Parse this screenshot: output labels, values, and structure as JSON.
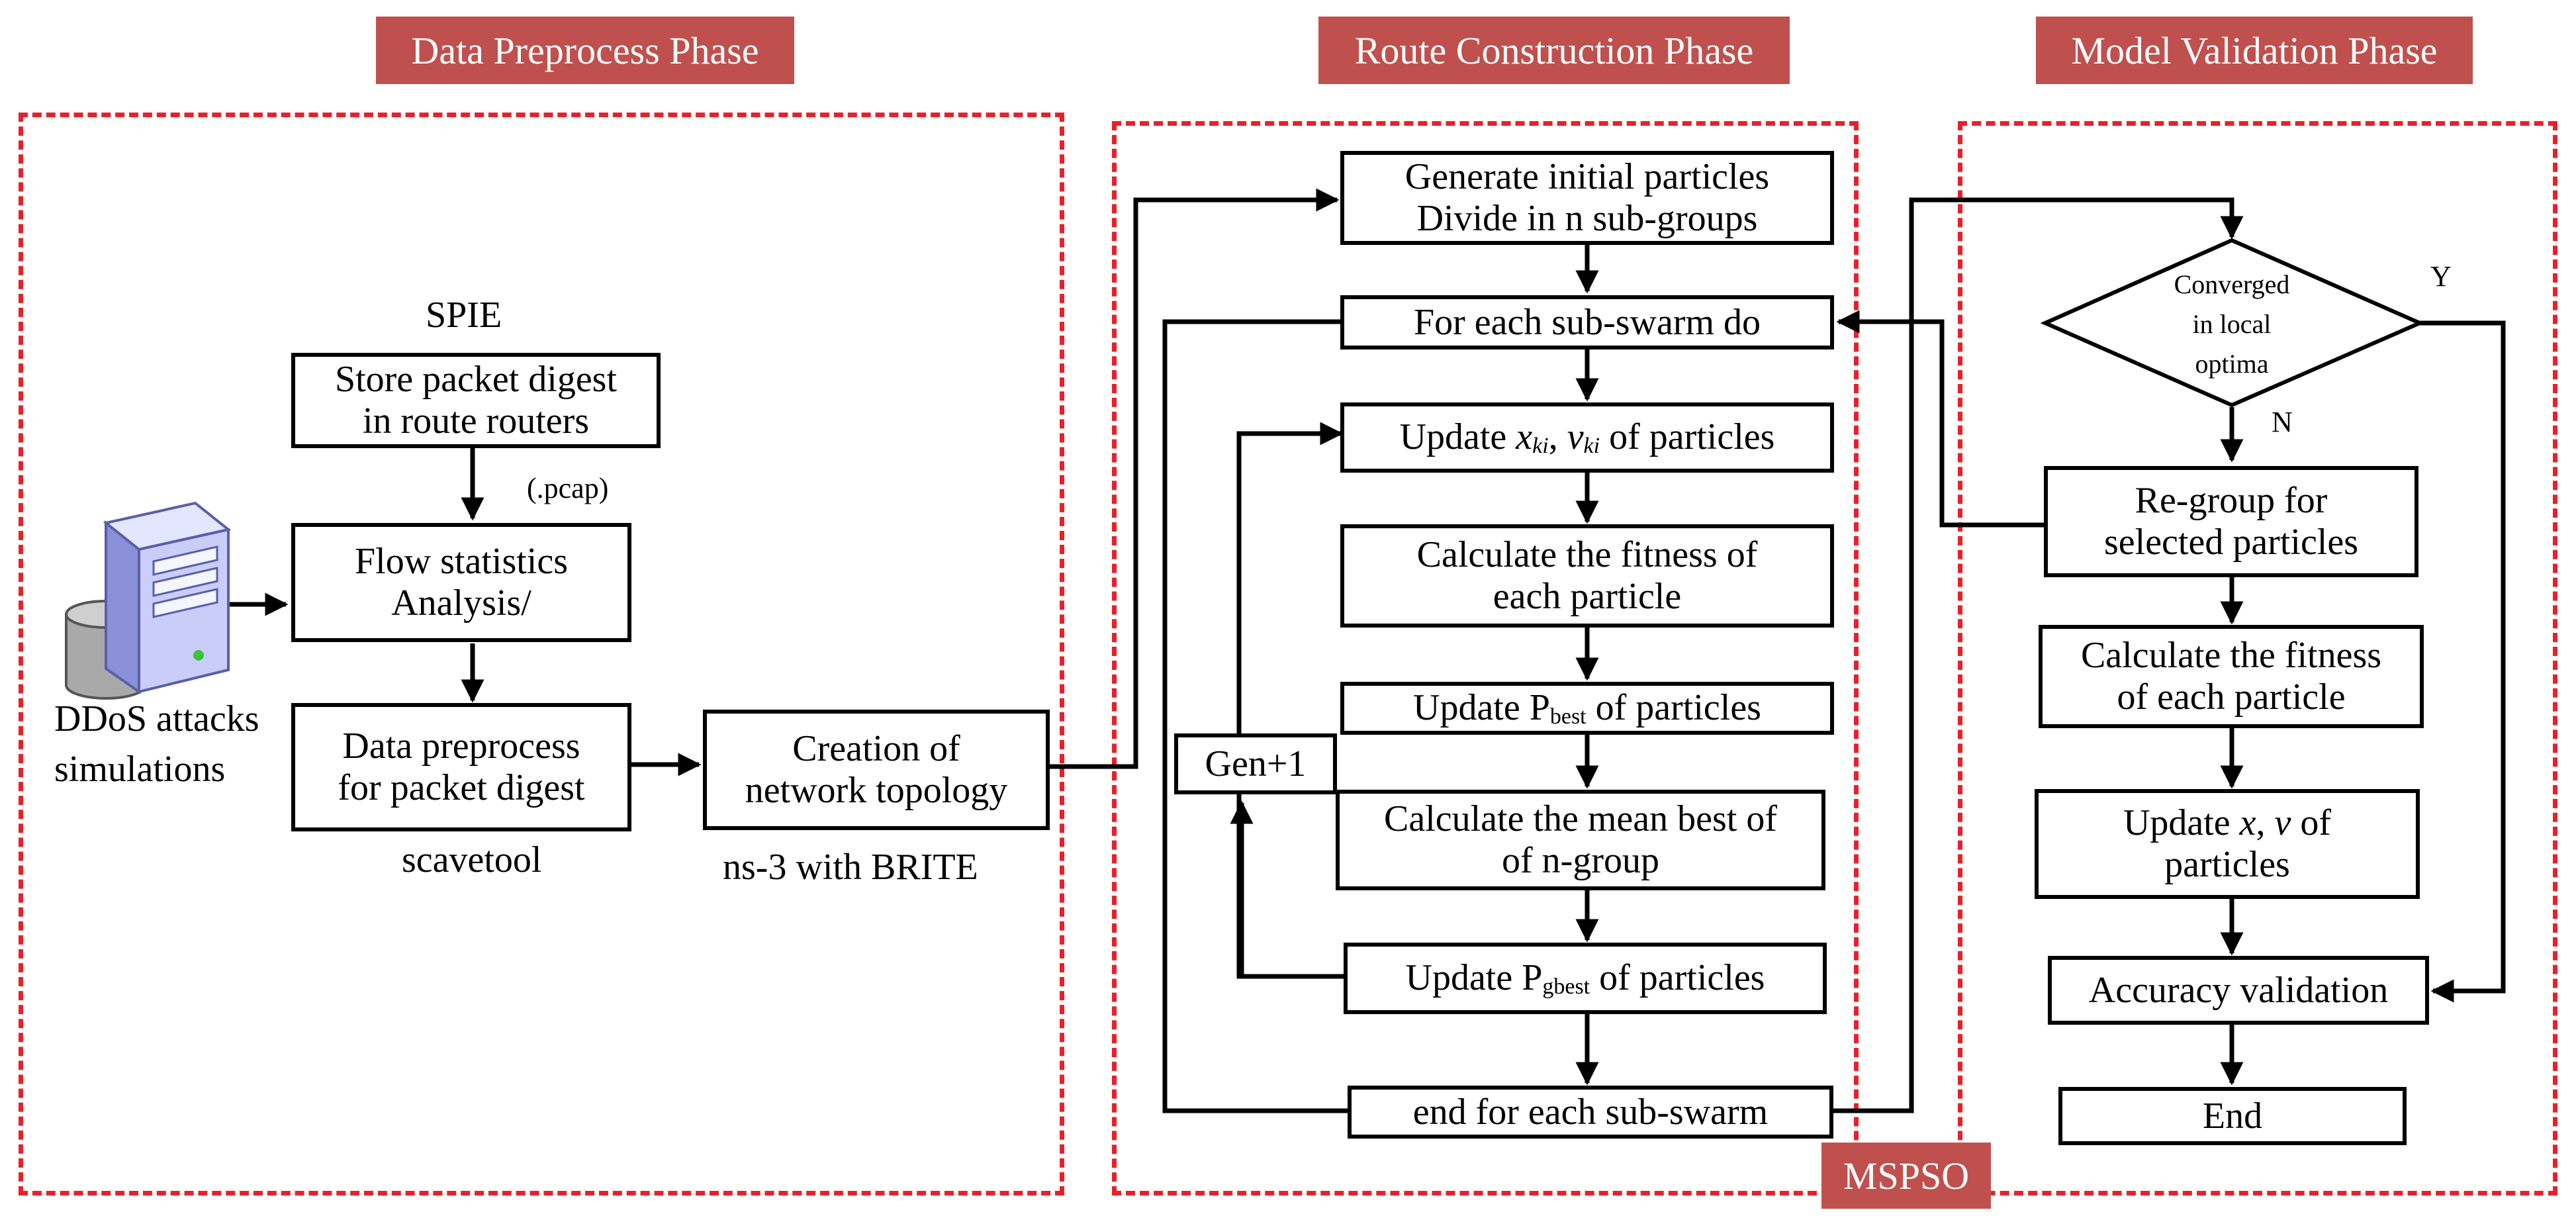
{
  "phases": {
    "preprocess": "Data Preprocess Phase",
    "route": "Route Construction Phase",
    "validation": "Model Validation Phase",
    "mspso": "MSPSO"
  },
  "preprocess": {
    "spie_label": "SPIE",
    "store_line1": "Store packet digest",
    "store_line2": "in route routers",
    "pcap_label": "(.pcap)",
    "flow_line1": "Flow statistics",
    "flow_line2": "Analysis/",
    "data_line1": "Data preprocess",
    "data_line2": "for packet digest",
    "scavetool_label": "scavetool",
    "ddos_line1": "DDoS attacks",
    "ddos_line2": "simulations",
    "creation_line1": "Creation of",
    "creation_line2": "network topology",
    "ns3_label": "ns-3 with BRITE"
  },
  "route": {
    "generate_line1": "Generate initial particles",
    "generate_line2": "Divide in n sub-groups",
    "for_each": "For each sub-swarm  do",
    "update_xv_prefix": "Update ",
    "update_xv_x": "x",
    "update_xv_sub_ki": "ki",
    "update_xv_comma": ", ",
    "update_xv_v": "v",
    "update_xv_suffix": " of particles",
    "fitness_line1": "Calculate the fitness of",
    "fitness_line2": "each particle",
    "pbest_prefix": "Update P",
    "pbest_sub": "best",
    "pbest_suffix": " of particles",
    "gen_label": "Gen+1",
    "mean_line1": "Calculate the mean best of",
    "mean_line2": "of n-group",
    "gbest_prefix": "Update P",
    "gbest_sub": "gbest",
    "gbest_suffix": " of particles",
    "end_for": "end for each sub-swarm"
  },
  "validation": {
    "decision_line1": "Converged",
    "decision_line2": "in local",
    "decision_line3": "optima",
    "yes_label": "Y",
    "no_label": "N",
    "regroup_line1": "Re-group for",
    "regroup_line2": "selected particles",
    "fitness_line1": "Calculate the fitness",
    "fitness_line2": "of each particle",
    "update_prefix": "Update ",
    "update_x": "x",
    "update_comma": ", ",
    "update_v": "v",
    "update_suffix": " of",
    "update_line2": "particles",
    "accuracy": "Accuracy  validation",
    "end": "End"
  },
  "colors": {
    "banner": "#c0504d",
    "dashed_frame": "#e8202a"
  },
  "icons": {
    "server": "server-computer-icon",
    "database": "database-cylinder-icon"
  }
}
